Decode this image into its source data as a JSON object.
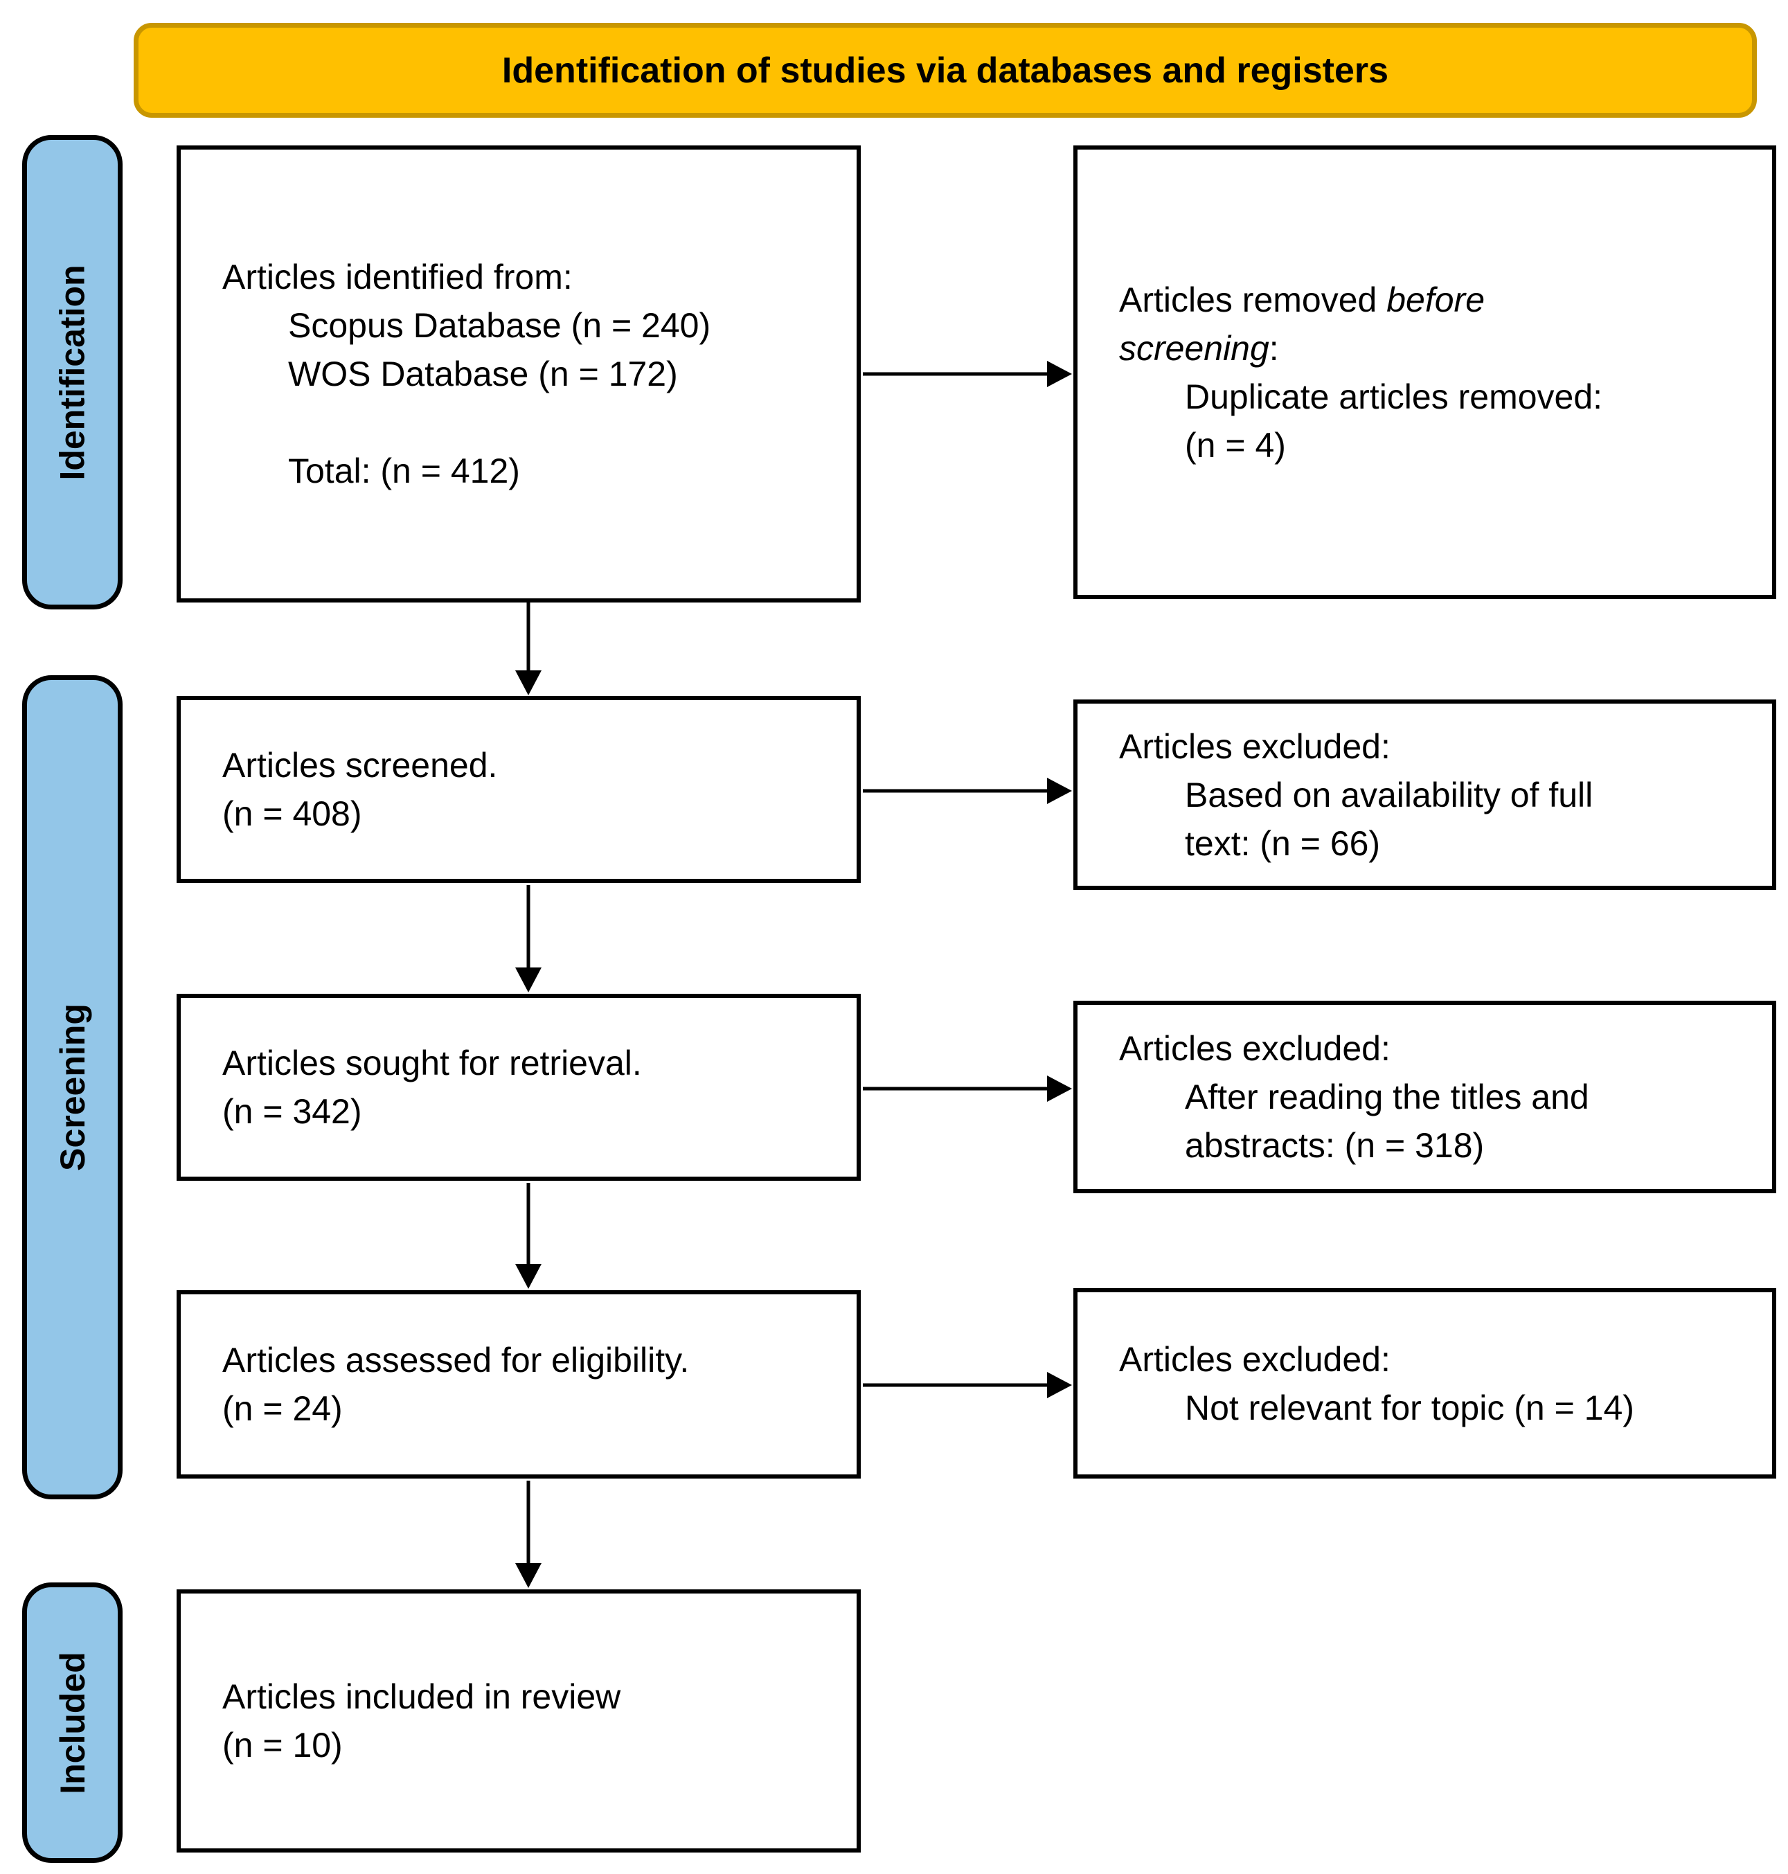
{
  "banner": {
    "title": "Identification of studies via databases and registers"
  },
  "stages": {
    "identification": "Identification",
    "screening": "Screening",
    "included": "Included"
  },
  "boxes": {
    "identified": {
      "line1": "Articles identified from:",
      "line2": "Scopus Database (n = 240)",
      "line3": "WOS Database (n = 172)",
      "line4": "Total: (n = 412)"
    },
    "removed_before_screening": {
      "lead": "Articles removed ",
      "italic_line1": "before",
      "italic_line2": "screening",
      "colon": ":",
      "line3": "Duplicate articles removed:",
      "line4": "(n = 4)"
    },
    "screened": {
      "line1": "Articles screened.",
      "line2": "(n = 408)"
    },
    "excluded_fulltext": {
      "line1": "Articles excluded:",
      "line2": "Based on availability of full",
      "line3": "text: (n = 66)"
    },
    "sought": {
      "line1": "Articles sought for retrieval.",
      "line2": "(n = 342)"
    },
    "excluded_titles_abstracts": {
      "line1": "Articles excluded:",
      "line2": "After reading the titles and",
      "line3": "abstracts: (n = 318)"
    },
    "assessed": {
      "line1": "Articles assessed for eligibility.",
      "line2": "(n = 24)"
    },
    "excluded_not_relevant": {
      "line1": "Articles excluded:",
      "line2": "Not relevant for topic (n = 14)"
    },
    "included_review": {
      "line1": "Articles included in review",
      "line2": "(n = 10)"
    }
  },
  "colors": {
    "banner_fill": "#FFC000",
    "banner_border": "#C89600",
    "stage_fill": "#93C6E8",
    "box_border": "#000000",
    "arrow": "#000000"
  }
}
